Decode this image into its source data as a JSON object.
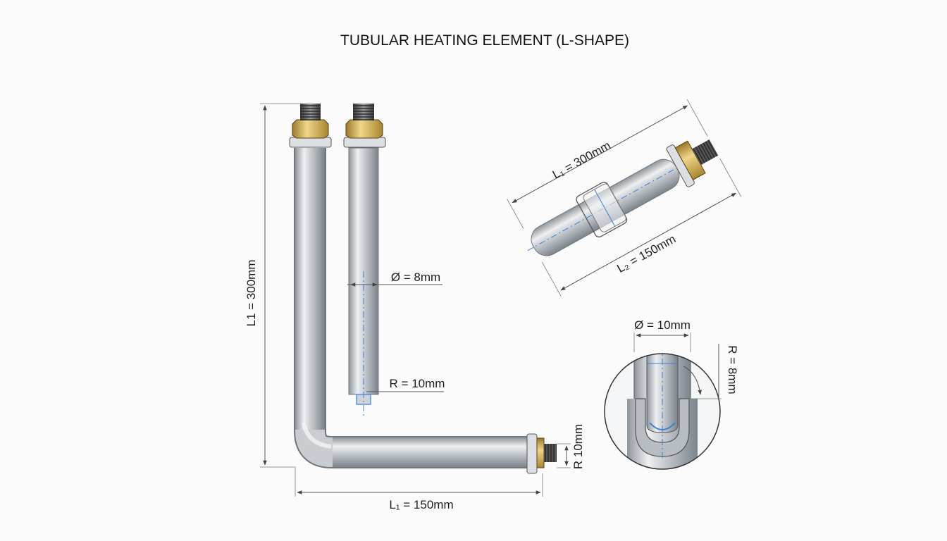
{
  "title": "TUBULAR HEATING ELEMENT (L-SHAPE)",
  "labels": {
    "main_length": "L1 = 300mm",
    "main_width": "L₁ = 150mm",
    "end_radius": "R 10mm",
    "straight_diameter": "Ø = 8mm",
    "straight_radius": "R = 10mm",
    "iso_length1": "L₁ = 300mm",
    "iso_length2": "L₂ = 150mm",
    "detail_diameter": "Ø = 10mm",
    "detail_radius": "R = 8mm"
  },
  "colors": {
    "steel": "#b4b9bf",
    "brass": "#c9a64a",
    "dimension": "#555555",
    "centerline": "#3b7fd4"
  }
}
